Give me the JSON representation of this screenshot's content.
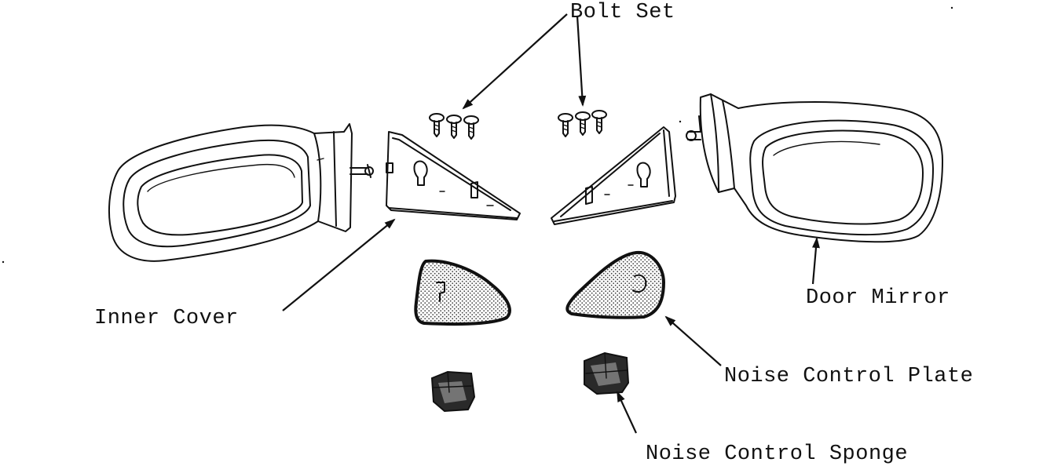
{
  "labels": {
    "bolt_set": "Bolt Set",
    "door_mirror": "Door Mirror",
    "inner_cover": "Inner Cover",
    "noise_control_plate": "Noise Control Plate",
    "noise_control_sponge": "Noise Control Sponge"
  },
  "colors": {
    "ink": "#111111",
    "background": "#ffffff",
    "stipple": "#555555"
  }
}
